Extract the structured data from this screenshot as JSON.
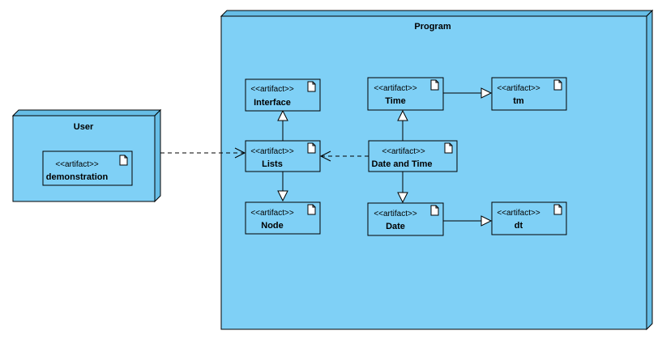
{
  "colors": {
    "node_fill": "#7fd0f6",
    "node_side": "#66bde6",
    "artifact_fill": "#7fd0f6",
    "line": "#000000"
  },
  "nodes": {
    "user": {
      "title": "User"
    },
    "program": {
      "title": "Program"
    }
  },
  "artifacts": {
    "demonstration": {
      "stereotype": "<<artifact>>",
      "name": "demonstration"
    },
    "interface": {
      "stereotype": "<<artifact>>",
      "name": "Interface"
    },
    "lists": {
      "stereotype": "<<artifact>>",
      "name": "Lists"
    },
    "node": {
      "stereotype": "<<artifact>>",
      "name": "Node"
    },
    "time": {
      "stereotype": "<<artifact>>",
      "name": "Time"
    },
    "tm": {
      "stereotype": "<<artifact>>",
      "name": "tm"
    },
    "date_and_time": {
      "stereotype": "<<artifact>>",
      "name": "Date and Time"
    },
    "date": {
      "stereotype": "<<artifact>>",
      "name": "Date"
    },
    "dt": {
      "stereotype": "<<artifact>>",
      "name": "dt"
    }
  },
  "relationships": [
    {
      "type": "dependency",
      "from": "demonstration",
      "to": "lists"
    },
    {
      "type": "dependency",
      "from": "date_and_time",
      "to": "lists"
    },
    {
      "type": "generalization",
      "from": "lists",
      "to": "interface"
    },
    {
      "type": "generalization",
      "from": "lists",
      "to": "node"
    },
    {
      "type": "generalization",
      "from": "date_and_time",
      "to": "time"
    },
    {
      "type": "generalization",
      "from": "date_and_time",
      "to": "date"
    },
    {
      "type": "generalization",
      "from": "time",
      "to": "tm"
    },
    {
      "type": "generalization",
      "from": "date",
      "to": "dt"
    }
  ]
}
